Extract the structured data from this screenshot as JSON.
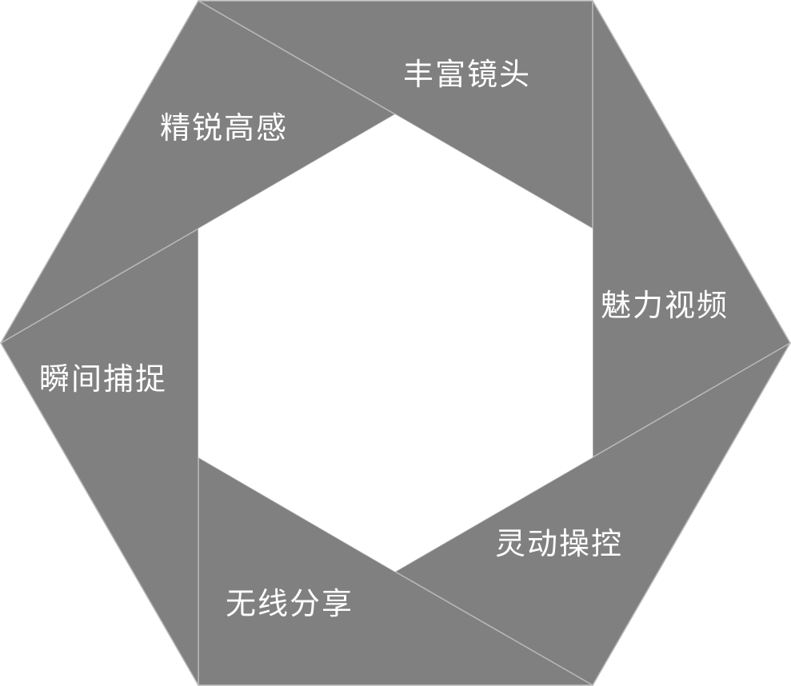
{
  "colors": {
    "segment_fill": "#808080",
    "label_color": "#ffffff",
    "center_fill": "#ffffff"
  },
  "segments": [
    {
      "id": "top",
      "label": "丰富镜头"
    },
    {
      "id": "upper-right",
      "label": "魅力视频"
    },
    {
      "id": "lower-right",
      "label": "灵动操控"
    },
    {
      "id": "bottom",
      "label": "无线分享"
    },
    {
      "id": "lower-left",
      "label": "瞬间捕捉"
    },
    {
      "id": "upper-left",
      "label": "精锐高感"
    }
  ]
}
